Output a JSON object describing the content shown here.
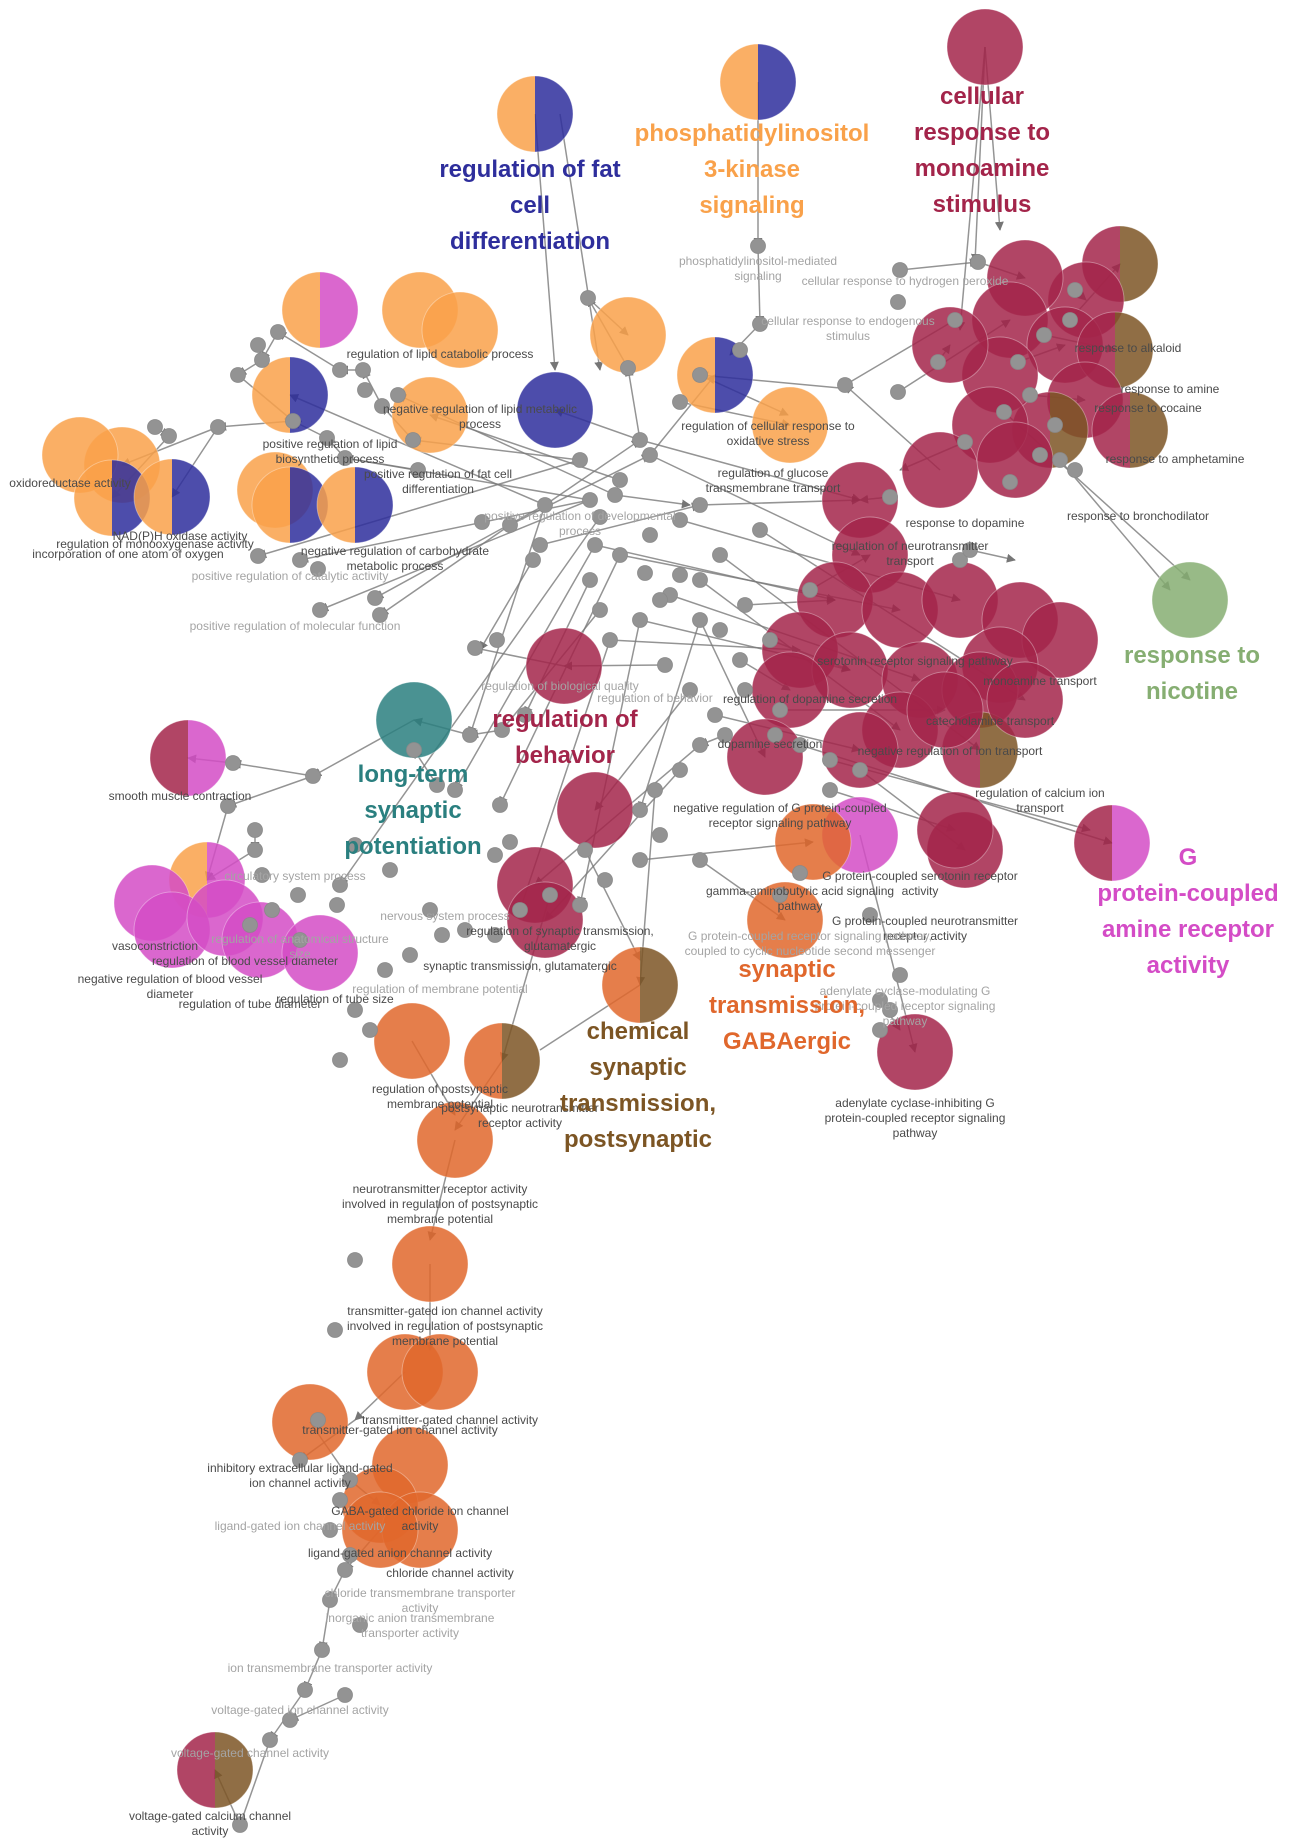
{
  "colors": {
    "orange": "#f9a14a",
    "blue": "#2e2e9c",
    "crimson": "#a3244a",
    "magenta": "#d44cc6",
    "teal": "#2a7f7f",
    "green": "#86ae72",
    "burnt": "#e0672c",
    "brown": "#7c5524",
    "hub": "#939393",
    "edge": "#7a7a7a",
    "small_label": "#a4a4a4",
    "dark_label": "#4a4a4a"
  },
  "cluster_labels": [
    {
      "lines": [
        "regulation of fat",
        "cell",
        "differentiation"
      ],
      "color": "blue"
    },
    {
      "lines": [
        "phosphatidylinositol",
        "3-kinase",
        "signaling"
      ],
      "color": "orange"
    },
    {
      "lines": [
        "cellular",
        "response to",
        "monoamine",
        "stimulus"
      ],
      "color": "crimson"
    },
    {
      "lines": [
        "response to",
        "nicotine"
      ],
      "color": "green"
    },
    {
      "lines": [
        "regulation of",
        "behavior"
      ],
      "color": "crimson"
    },
    {
      "lines": [
        "long-term",
        "synaptic",
        "potentiation"
      ],
      "color": "teal"
    },
    {
      "lines": [
        "G",
        "protein-coupled",
        "amine receptor",
        "activity"
      ],
      "color": "magenta"
    },
    {
      "lines": [
        "synaptic",
        "transmission,",
        "GABAergic"
      ],
      "color": "burnt"
    },
    {
      "lines": [
        "chemical",
        "synaptic",
        "transmission,",
        "postsynaptic"
      ],
      "color": "brown"
    }
  ],
  "node_labels": [
    {
      "lines": [
        "phosphatidylinositol-mediated",
        "signaling"
      ]
    },
    {
      "lines": [
        "cellular response to endogenous",
        "stimulus"
      ]
    },
    {
      "lines": [
        "cellular response to hydrogen peroxide"
      ]
    },
    {
      "lines": [
        "response to alkaloid"
      ],
      "dark": true
    },
    {
      "lines": [
        "response to amine"
      ],
      "dark": true
    },
    {
      "lines": [
        "response to cocaine"
      ],
      "dark": true
    },
    {
      "lines": [
        "response to amphetamine"
      ],
      "dark": true
    },
    {
      "lines": [
        "response to bronchodilator"
      ],
      "dark": true
    },
    {
      "lines": [
        "response to dopamine"
      ],
      "dark": true
    },
    {
      "lines": [
        "regulation of neurotransmitter",
        "transport"
      ],
      "dark": true
    },
    {
      "lines": [
        "serotonin receptor signaling pathway"
      ],
      "dark": true
    },
    {
      "lines": [
        "monoamine transport"
      ],
      "dark": true
    },
    {
      "lines": [
        "catecholamine transport"
      ],
      "dark": true
    },
    {
      "lines": [
        "negative regulation of ion transport"
      ],
      "dark": true
    },
    {
      "lines": [
        "regulation of calcium ion",
        "transport"
      ],
      "dark": true
    },
    {
      "lines": [
        "regulation of lipid catabolic process"
      ],
      "dark": true
    },
    {
      "lines": [
        "negative regulation of lipid metabolic",
        "process"
      ],
      "dark": true
    },
    {
      "lines": [
        "positive regulation of lipid",
        "biosynthetic process"
      ],
      "dark": true
    },
    {
      "lines": [
        "oxidoreductase activity"
      ],
      "dark": true
    },
    {
      "lines": [
        "NAD(P)H oxidase activity"
      ],
      "dark": true
    },
    {
      "lines": [
        "regulation of monooxygenase activity"
      ],
      "dark": true
    },
    {
      "lines": [
        "incorporation of one atom of oxygen"
      ],
      "dark": true
    },
    {
      "lines": [
        "positive regulation of fat cell",
        "differentiation"
      ],
      "dark": true
    },
    {
      "lines": [
        "negative regulation of carbohydrate",
        "metabolic process"
      ],
      "dark": true
    },
    {
      "lines": [
        "positive regulation of catalytic activity"
      ]
    },
    {
      "lines": [
        "positive regulation of molecular function"
      ]
    },
    {
      "lines": [
        "smooth muscle contraction"
      ],
      "dark": true
    },
    {
      "lines": [
        "vasoconstriction"
      ],
      "dark": true
    },
    {
      "lines": [
        "regulation of blood vessel diameter"
      ],
      "dark": true
    },
    {
      "lines": [
        "negative regulation of blood vessel",
        "diameter"
      ],
      "dark": true
    },
    {
      "lines": [
        "regulation of tube diameter"
      ],
      "dark": true
    },
    {
      "lines": [
        "regulation of tube size"
      ],
      "dark": true
    },
    {
      "lines": [
        "regulation of synaptic transmission,",
        "glutamatergic"
      ],
      "dark": true
    },
    {
      "lines": [
        "synaptic transmission, glutamatergic"
      ],
      "dark": true
    },
    {
      "lines": [
        "regulation of membrane potential"
      ]
    },
    {
      "lines": [
        "regulation of postsynaptic",
        "membrane potential"
      ],
      "dark": true
    },
    {
      "lines": [
        "postsynaptic neurotransmitter",
        "receptor activity"
      ],
      "dark": true
    },
    {
      "lines": [
        "neurotransmitter receptor activity",
        "involved in regulation of postsynaptic",
        "membrane potential"
      ],
      "dark": true
    },
    {
      "lines": [
        "transmitter-gated ion channel activity",
        "involved in regulation of postsynaptic",
        "membrane potential"
      ],
      "dark": true
    },
    {
      "lines": [
        "transmitter-gated channel activity"
      ],
      "dark": true
    },
    {
      "lines": [
        "transmitter-gated ion channel activity"
      ],
      "dark": true
    },
    {
      "lines": [
        "inhibitory extracellular ligand-gated",
        "ion channel activity"
      ],
      "dark": true
    },
    {
      "lines": [
        "GABA-gated chloride ion channel",
        "activity"
      ],
      "dark": true
    },
    {
      "lines": [
        "ligand-gated ion channel activity"
      ]
    },
    {
      "lines": [
        "ligand-gated anion channel activity"
      ],
      "dark": true
    },
    {
      "lines": [
        "chloride channel activity"
      ],
      "dark": true
    },
    {
      "lines": [
        "chloride transmembrane transporter",
        "activity"
      ]
    },
    {
      "lines": [
        "inorganic anion transmembrane",
        "transporter activity"
      ]
    },
    {
      "lines": [
        "ion transmembrane transporter activity"
      ]
    },
    {
      "lines": [
        "voltage-gated ion channel activity"
      ]
    },
    {
      "lines": [
        "voltage-gated channel activity"
      ]
    },
    {
      "lines": [
        "voltage-gated calcium channel",
        "activity"
      ],
      "dark": true
    },
    {
      "lines": [
        "adenylate cyclase-inhibiting G",
        "protein-coupled receptor signaling",
        "pathway"
      ],
      "dark": true
    },
    {
      "lines": [
        "adenylate cyclase-modulating G",
        "protein-coupled receptor signaling",
        "pathway"
      ]
    },
    {
      "lines": [
        "G protein-coupled serotonin receptor",
        "activity"
      ],
      "dark": true
    },
    {
      "lines": [
        "G protein-coupled neurotransmitter",
        "receptor activity"
      ],
      "dark": true
    },
    {
      "lines": [
        "gamma-aminobutyric acid signaling",
        "pathway"
      ],
      "dark": true
    },
    {
      "lines": [
        "G protein-coupled receptor signaling pathway,",
        "coupled to cyclic nucleotide second messenger"
      ]
    },
    {
      "lines": [
        "negative regulation of G protein-coupled",
        "receptor signaling pathway"
      ],
      "dark": true
    },
    {
      "lines": [
        "regulation of dopamine secretion"
      ],
      "dark": true
    },
    {
      "lines": [
        "dopamine secretion"
      ],
      "dark": true
    },
    {
      "lines": [
        "regulation of behavior"
      ]
    },
    {
      "lines": [
        "regulation of biological quality"
      ]
    },
    {
      "lines": [
        "positive regulation of developmental",
        "process"
      ]
    },
    {
      "lines": [
        "regulation of cellular response to",
        "oxidative stress"
      ],
      "dark": true
    },
    {
      "lines": [
        "regulation of glucose",
        "transmembrane transport"
      ],
      "dark": true
    },
    {
      "lines": [
        "nervous system process"
      ]
    },
    {
      "lines": [
        "circulatory system process"
      ]
    },
    {
      "lines": [
        "regulation of anatomical structure",
        "size"
      ]
    }
  ]
}
